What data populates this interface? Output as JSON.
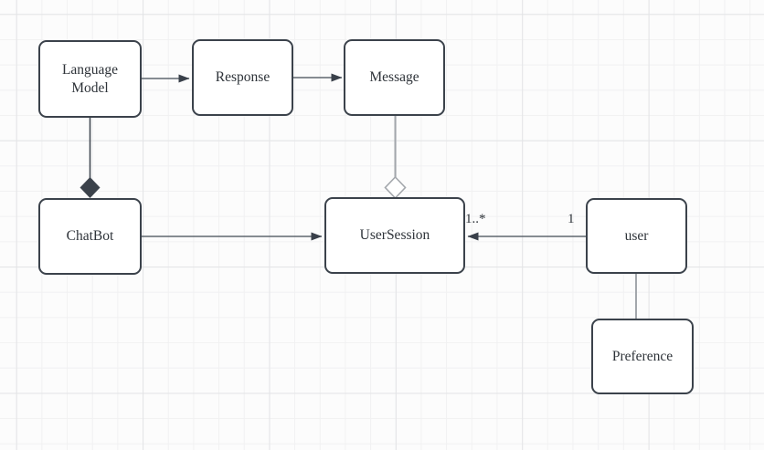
{
  "canvas": {
    "background_color": "#fcfcfc",
    "grid_minor_color": "#f1f1f2",
    "grid_major_color": "#e3e4e6"
  },
  "diagram": {
    "type": "uml-class-diagram",
    "nodes": [
      {
        "id": "language-model",
        "label": "Language\nModel"
      },
      {
        "id": "response",
        "label": "Response"
      },
      {
        "id": "message",
        "label": "Message"
      },
      {
        "id": "chatbot",
        "label": "ChatBot"
      },
      {
        "id": "usersession",
        "label": "UserSession"
      },
      {
        "id": "user",
        "label": "user"
      },
      {
        "id": "preference",
        "label": "Preference"
      }
    ],
    "edges": [
      {
        "from": "language-model",
        "to": "response",
        "type": "directed-arrow"
      },
      {
        "from": "response",
        "to": "message",
        "type": "directed-arrow"
      },
      {
        "from": "language-model",
        "to": "chatbot",
        "type": "composition-filled-diamond"
      },
      {
        "from": "message",
        "to": "usersession",
        "type": "aggregation-hollow-diamond"
      },
      {
        "from": "chatbot",
        "to": "usersession",
        "type": "directed-arrow"
      },
      {
        "from": "user",
        "to": "usersession",
        "type": "directed-arrow",
        "source_multiplicity": "1",
        "target_multiplicity": "1..*"
      },
      {
        "from": "user",
        "to": "preference",
        "type": "association-line"
      }
    ],
    "edge_labels": {
      "target_multiplicity": "1..*",
      "source_multiplicity": "1"
    },
    "colors": {
      "node_border": "#3b424b",
      "node_fill": "#ffffff",
      "node_text": "#2e3339",
      "edge_dark": "#5f666e",
      "edge_light": "#a3a7ac",
      "arrowhead_fill": "#39404a",
      "diamond_filled": "#3b424b",
      "diamond_hollow_fill": "#ffffff"
    }
  }
}
